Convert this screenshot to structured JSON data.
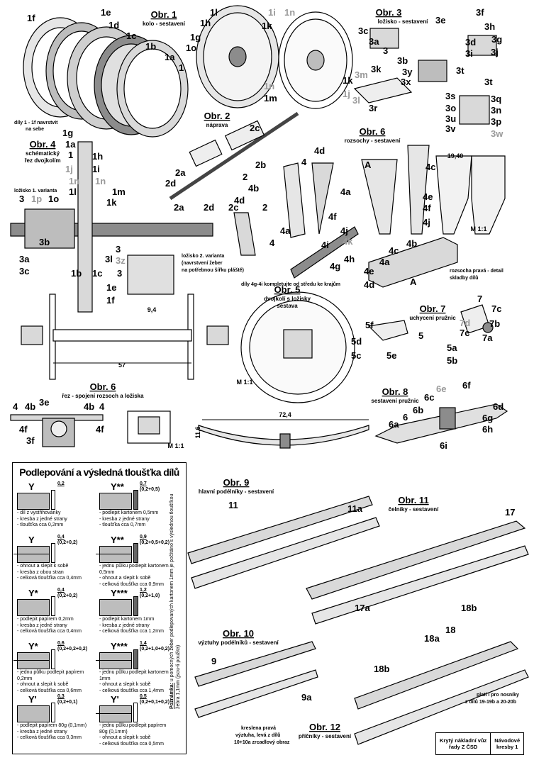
{
  "captions": [
    {
      "title": "Obr. 1",
      "sub": [
        "kolo - sestavení"
      ]
    },
    {
      "title": "Obr. 2",
      "sub": [
        "náprava"
      ]
    },
    {
      "title": "Obr. 3",
      "sub": [
        "ložisko - sestavení"
      ]
    },
    {
      "title": "Obr. 4",
      "sub": [
        "schématický",
        "řez dvojkolím"
      ]
    },
    {
      "title": "Obr. 5",
      "sub": [
        "dvojkolí s ložisky",
        "sestava"
      ]
    },
    {
      "title": "Obr. 6",
      "sub": [
        "rozsochy - sestavení"
      ]
    },
    {
      "title": "Obr. 6",
      "sub": [
        "řez - spojení rozsoch a ložiska"
      ]
    },
    {
      "title": "Obr. 7",
      "sub": [
        "uchycení pružnic"
      ]
    },
    {
      "title": "Obr. 8",
      "sub": [
        "sestavení pružnic"
      ]
    },
    {
      "title": "Obr. 9",
      "sub": [
        "hlavní podélníky - sestavení"
      ]
    },
    {
      "title": "Obr. 10",
      "sub": [
        "výztuhy podélníků - sestavení"
      ]
    },
    {
      "title": "Obr. 11",
      "sub": [
        "čelníky - sestavení"
      ]
    },
    {
      "title": "Obr. 12",
      "sub": [
        "příčníky - sestavení"
      ]
    }
  ],
  "part_labels": [
    "1f",
    "1e",
    "1d",
    "1c",
    "1b",
    "1a",
    "1",
    "1l",
    "1h",
    "1g",
    "1o",
    "1i",
    "1k",
    "1n",
    "1n",
    "1m",
    "1k",
    "1j",
    "3e",
    "3f",
    "3h",
    "3g",
    "3j",
    "3c",
    "3a",
    "3",
    "3b",
    "3d",
    "3i",
    "3k",
    "3m",
    "3y",
    "3x",
    "3l",
    "3r",
    "3t",
    "3t",
    "3s",
    "3q",
    "3o",
    "3n",
    "3u",
    "3v",
    "3p",
    "3w",
    "1g",
    "1a",
    "1",
    "1h",
    "1i",
    "1j",
    "1n",
    "1n",
    "1l",
    "1m",
    "1k",
    "1o",
    "1p",
    "3",
    "3b",
    "3a",
    "3c",
    "1b",
    "1c",
    "1e",
    "1f",
    "3l",
    "3z",
    "3",
    "3",
    "2a",
    "2d",
    "2c",
    "2",
    "2c",
    "2b",
    "2a",
    "2d",
    "2",
    "4d",
    "4",
    "4b",
    "4d",
    "4a",
    "4a",
    "4",
    "4f",
    "4j",
    "4i",
    "4k",
    "4h",
    "4g",
    "A",
    "4c",
    "4e",
    "4f",
    "4j",
    "4c",
    "4b",
    "4a",
    "4e",
    "4d",
    "A",
    "7",
    "7c",
    "7d",
    "7b",
    "7c",
    "7a",
    "5f",
    "5d",
    "5c",
    "5e",
    "5",
    "5a",
    "5b",
    "6e",
    "6c",
    "6f",
    "6b",
    "6",
    "6d",
    "6a",
    "6g",
    "6h",
    "6i",
    "4",
    "4b",
    "3e",
    "4b",
    "4",
    "4f",
    "3f",
    "4f",
    "11",
    "11a",
    "17",
    "17a",
    "18b",
    "18",
    "18a",
    "18b",
    "9",
    "9a"
  ],
  "dimensions": {
    "d1": "19,40",
    "m1": "M 1:1",
    "d2": "9,4",
    "d3": "57",
    "m2": "M 1:1",
    "d4": "72,4",
    "d5": "11,6",
    "m3": "M 1:1"
  },
  "notes": {
    "rings": [
      "díly 1 - 1f navrstvit",
      "na sebe"
    ],
    "bearing1": "ložisko 1. varianta",
    "bearing2": [
      "ložisko 2. varianta",
      "(navrstvení žeber",
      "na potřebnou šířku pláště)"
    ],
    "parts4g": "díly 4g-4i kompletujte od středu ke krajům",
    "rozsocha": [
      "rozsocha pravá - detail",
      "skladby dílů"
    ],
    "beams": [
      "platí i pro nosníky",
      "z dílů 19-19b a 20-20b"
    ],
    "mirror": [
      "kreslena pravá",
      "výztuha, levá z dílů",
      "10+10a zrcadlový obraz"
    ]
  },
  "legend": {
    "title": "Podlepování a výsledná tloušťka dílů",
    "entries": [
      {
        "sym": "Y",
        "val": "0,2",
        "formula": "",
        "desc": [
          "- díl z vystřihovánky",
          "- kresba z jedné strany",
          "- tloušťka cca 0,2mm"
        ]
      },
      {
        "sym": "Y**",
        "val": "0,7",
        "formula": "(0,2+0,5)",
        "desc": [
          "- podlepit kartonem 0,5mm",
          "- kresba z jedné strany",
          "- tloušťka cca 0,7mm"
        ]
      },
      {
        "sym": "Y",
        "val": "0,4",
        "formula": "(0,2+0,2)",
        "desc": [
          "- ohnout a slepit k sobě",
          "- kresba z obou stran",
          "- celková tloušťka cca 0,4mm"
        ]
      },
      {
        "sym": "Y**",
        "val": "0,9",
        "formula": "(0,2+0,5+0,2)",
        "desc": [
          "- jednu půlku podlepit kartonem 0,5mm",
          "- ohnout a slepit k sobě",
          "- celková tloušťka cca 0,9mm"
        ]
      },
      {
        "sym": "Y*",
        "val": "0,4",
        "formula": "(0,2+0,2)",
        "desc": [
          "- podlepit papírem 0,2mm",
          "- kresba z jedné strany",
          "- celková tloušťka cca 0,4mm"
        ]
      },
      {
        "sym": "Y***",
        "val": "1,2",
        "formula": "(0,2+1,0)",
        "desc": [
          "- podlepit kartonem 1mm",
          "- kresba z jedné strany",
          "- celková tloušťka cca 1,2mm"
        ]
      },
      {
        "sym": "Y*",
        "val": "0,6",
        "formula": "(0,2+0,2+0,2)",
        "desc": [
          "- jednu půlku podlepit papírem 0,2mm",
          "- ohnout a slepit k sobě",
          "- celková tloušťka cca 0,6mm"
        ]
      },
      {
        "sym": "Y***",
        "val": "1,4",
        "formula": "(0,2+1,0+0,2)",
        "desc": [
          "- jednu půlku podlepit kartonem 1mm",
          "- ohnout a slepit k sobě",
          "- celková tloušťka cca 1,4mm"
        ]
      },
      {
        "sym": "Y'",
        "val": "0,3",
        "formula": "(0,2+0,1)",
        "desc": [
          "- podlepit papírem 80g (0,1mm)",
          "- kresba z jedné strany",
          "- celková tloušťka cca 0,3mm"
        ]
      },
      {
        "sym": "Y'",
        "val": "0,5",
        "formula": "(0,2+0,1+0,2)",
        "desc": [
          "- jednu půlku podlepit papírem 80g (0,1mm)",
          "- ohnout a slepit k sobě",
          "- celková tloušťka cca 0,5mm"
        ]
      }
    ],
    "note_label": "Poznámka:",
    "note_text": " u pomocných žeber podlepovaných kartonem 1mm je počítáno s výslednou tloušťkou žebra 1,1mm (jsou-li použita)"
  },
  "titlebox": {
    "name": [
      "Krytý nákladní vůz",
      "řady Z ČSD"
    ],
    "sheet": [
      "Návodové",
      "kresby 1"
    ]
  },
  "colors": {
    "part_fill": "#d9d9d9",
    "part_dark": "#8c8c8c",
    "label_gray": "#9a9a9a"
  }
}
